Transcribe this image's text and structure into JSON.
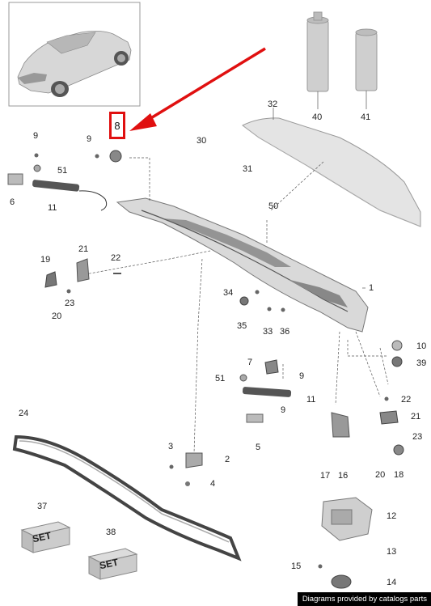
{
  "highlight": {
    "part": "8",
    "color": "#e01010"
  },
  "labels": {
    "l1": "1",
    "l2": "2",
    "l3": "3",
    "l4": "4",
    "l5": "5",
    "l6": "6",
    "l7": "7",
    "l9a": "9",
    "l9b": "9",
    "l9c": "9",
    "l9d": "9",
    "l10": "10",
    "l11a": "11",
    "l11b": "11",
    "l12": "12",
    "l13": "13",
    "l14": "14",
    "l15": "15",
    "l16": "16",
    "l17": "17",
    "l18": "18",
    "l19": "19",
    "l20a": "20",
    "l20b": "20",
    "l21a": "21",
    "l21b": "21",
    "l22a": "22",
    "l22b": "22",
    "l23a": "23",
    "l23b": "23",
    "l24": "24",
    "l30": "30",
    "l31": "31",
    "l32": "32",
    "l33": "33",
    "l34": "34",
    "l35": "35",
    "l36": "36",
    "l37": "37",
    "l38": "38",
    "l39": "39",
    "l40": "40",
    "l41": "41",
    "l50": "50",
    "l51a": "51",
    "l51b": "51"
  },
  "set_label": "SET",
  "footer": "Diagrams provided by catalogs parts"
}
